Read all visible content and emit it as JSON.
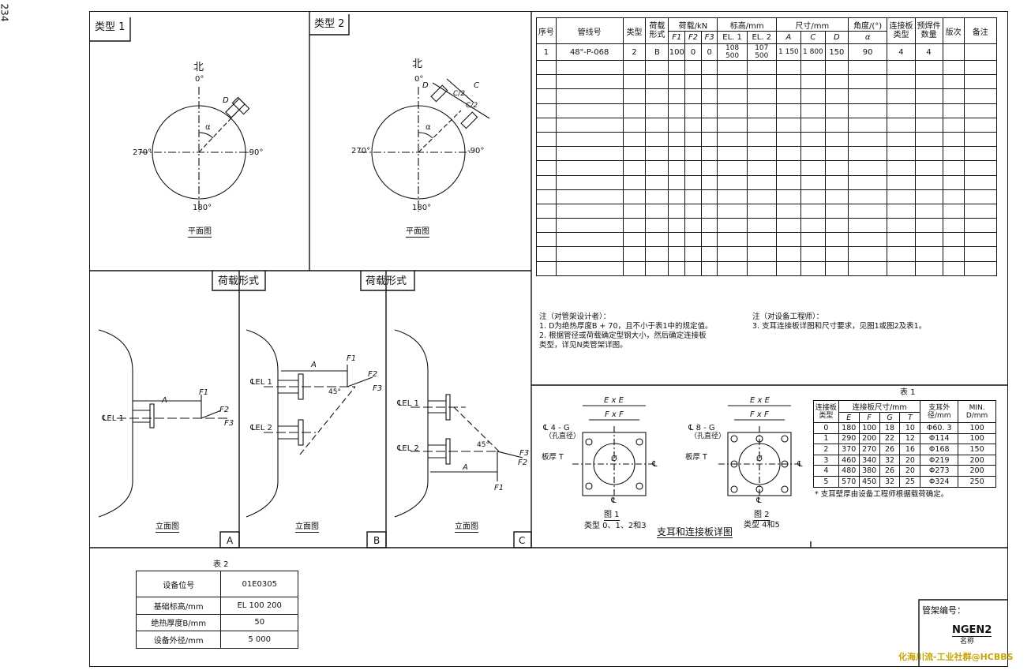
{
  "page_number": "234",
  "type1": {
    "label": "类型 1",
    "north": "北",
    "deg_top": "0°",
    "deg_left": "270°",
    "deg_right": "-90°",
    "deg_bottom": "180°",
    "view": "平面图",
    "dim_d": "D",
    "angle": "α"
  },
  "type2": {
    "label": "类型 2",
    "north": "北",
    "deg_top": "0°",
    "deg_left": "270°",
    "deg_right": "-90°",
    "deg_bottom": "180°",
    "view": "平面图",
    "dim_d": "D",
    "dim_c": "C",
    "dim_c2a": "C/2",
    "dim_c2b": "C/2",
    "angle": "α"
  },
  "load_header_1": "荷载形式",
  "load_header_2": "荷载形式",
  "elev": {
    "A": {
      "el1": "℄EL 1",
      "dim_a": "A",
      "f1": "F1",
      "f2": "F2",
      "f3": "F3",
      "view": "立面图",
      "tag": "A"
    },
    "B": {
      "el1": "℄EL 1",
      "el2": "℄EL 2",
      "dim_a": "A",
      "f1": "F1",
      "f2": "F2",
      "f3": "F3",
      "angle": "45°",
      "view": "立面图",
      "tag": "B"
    },
    "C": {
      "el1": "℄EL 1",
      "el2": "℄EL 2",
      "dim_a": "A",
      "f1": "F1",
      "f2": "F2",
      "f3": "F3",
      "angle": "45°",
      "view": "立面图",
      "tag": "C"
    }
  },
  "main_table": {
    "h_seq": "序号",
    "h_line": "管线号",
    "h_type": "类型",
    "h_loadform": "荷载形式",
    "h_load": "荷载/kN",
    "h_f1": "F1",
    "h_f2": "F2",
    "h_f3": "F3",
    "h_elev": "标高/mm",
    "h_el1": "EL. 1",
    "h_el2": "EL. 2",
    "h_size": "尺寸/mm",
    "h_a": "A",
    "h_c": "C",
    "h_d": "D",
    "h_angle": "角度/(°)",
    "h_alpha": "α",
    "h_plate": "连接板类型",
    "h_weld": "预焊件数量",
    "h_rev": "版次",
    "h_remark": "备注",
    "row": [
      "1",
      "48\"-P-068",
      "2",
      "B",
      "100",
      "0",
      "0",
      "108 500",
      "107 500",
      "1 150",
      "1 800",
      "150",
      "90",
      "4",
      "4",
      "",
      ""
    ]
  },
  "notes_left": {
    "title": "注（对管架设计者）：",
    "l1": "1. D为绝热厚度B + 70，且不小于表1中的规定值。",
    "l2": "2. 根据管径或荷载确定型钢大小，然后确定连接板",
    "l3": "   类型，详见N类管架详图。"
  },
  "notes_right": {
    "title": "注（对设备工程师）：",
    "l1": "3. 支耳连接板详图和尺寸要求，见图1或图2及表1。"
  },
  "detail": {
    "fig1": {
      "exe": "E x E",
      "fxf": "F x F",
      "hole": "℄ 4 - G",
      "hole2": "（孔直径）",
      "thick": "板厚 T",
      "dia": "Ø",
      "cl_right": "℄",
      "cl_bottom": "℄",
      "caption": "图 1",
      "types": "类型 0、1、2和3"
    },
    "fig2": {
      "exe": "E x E",
      "fxf": "F x F",
      "hole": "℄ 8 - G",
      "hole2": "（孔直径）",
      "thick": "板厚 T",
      "dia": "Ø",
      "cl_right": "℄",
      "cl_bottom": "℄",
      "caption": "图 2",
      "types": "类型 4和5"
    },
    "title": "支耳和连接板详图"
  },
  "table1": {
    "title": "表 1",
    "h_type": "连接板类型",
    "h_dims": "连接板尺寸/mm",
    "h_e": "E",
    "h_f": "F",
    "h_g": "G",
    "h_t": "T",
    "h_od": "支耳外径/mm",
    "h_min": "MIN. D/mm",
    "rows": [
      [
        "0",
        "180",
        "100",
        "18",
        "10",
        "Φ60. 3",
        "100"
      ],
      [
        "1",
        "290",
        "200",
        "22",
        "12",
        "Φ114",
        "100"
      ],
      [
        "2",
        "370",
        "270",
        "26",
        "16",
        "Φ168",
        "150"
      ],
      [
        "3",
        "460",
        "340",
        "32",
        "20",
        "Φ219",
        "200"
      ],
      [
        "4",
        "480",
        "380",
        "26",
        "20",
        "Φ273",
        "200"
      ],
      [
        "5",
        "570",
        "450",
        "32",
        "25",
        "Φ324",
        "250"
      ]
    ],
    "footnote": "* 支耳壁厚由设备工程师根据载荷确定。"
  },
  "table2": {
    "title": "表 2",
    "rows": [
      [
        "设备位号",
        "01E0305"
      ],
      [
        "基础标高/mm",
        "EL 100 200"
      ],
      [
        "绝热厚度B/mm",
        "50"
      ],
      [
        "设备外径/mm",
        "5 000"
      ]
    ]
  },
  "support": {
    "label": "管架编号：",
    "code": "NGEN2",
    "name": "名称"
  },
  "watermark": "化海川流-工业社群@HCBBS"
}
